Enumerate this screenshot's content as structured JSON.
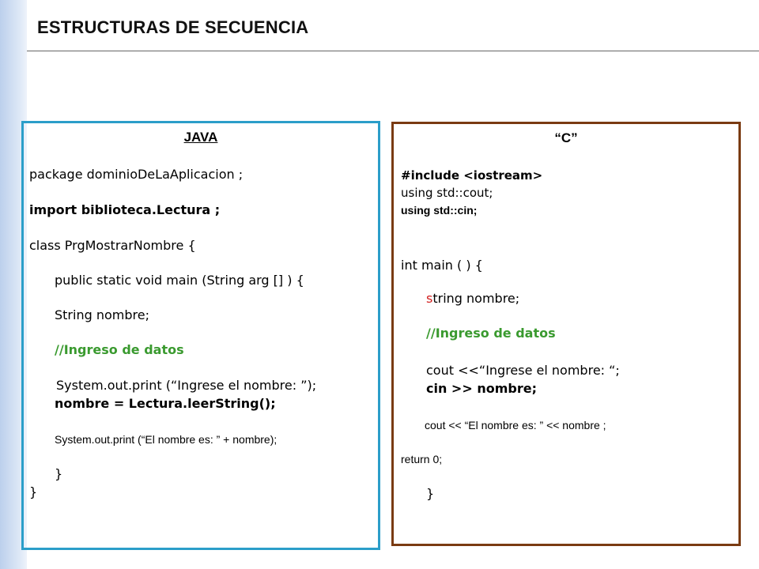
{
  "slide": {
    "title": "ESTRUCTURAS DE SECUENCIA"
  },
  "java": {
    "heading": "JAVA",
    "lines": [
      "package dominioDeLaAplicacion ;",
      "import biblioteca.Lectura ;",
      "class PrgMostrarNombre {",
      "public static void main (String arg [] )  {",
      "String nombre;",
      "//Ingreso de datos",
      "System.out.print (“Ingrese el nombre: ”);",
      "nombre = Lectura.leerString();",
      "System.out.print (“El nombre es: ” + nombre);",
      "}",
      "}"
    ]
  },
  "c": {
    "heading": "“C”",
    "lines": [
      "#include <iostream>",
      "using std::cout;",
      "using std::cin;",
      "int main ( )  {",
      "s",
      "tring nombre;",
      "//Ingreso de datos",
      "cout <<“Ingrese el nombre: “;",
      "cin >> nombre;",
      "cout << “El nombre es: ” << nombre ;",
      "return 0;",
      "}"
    ]
  }
}
